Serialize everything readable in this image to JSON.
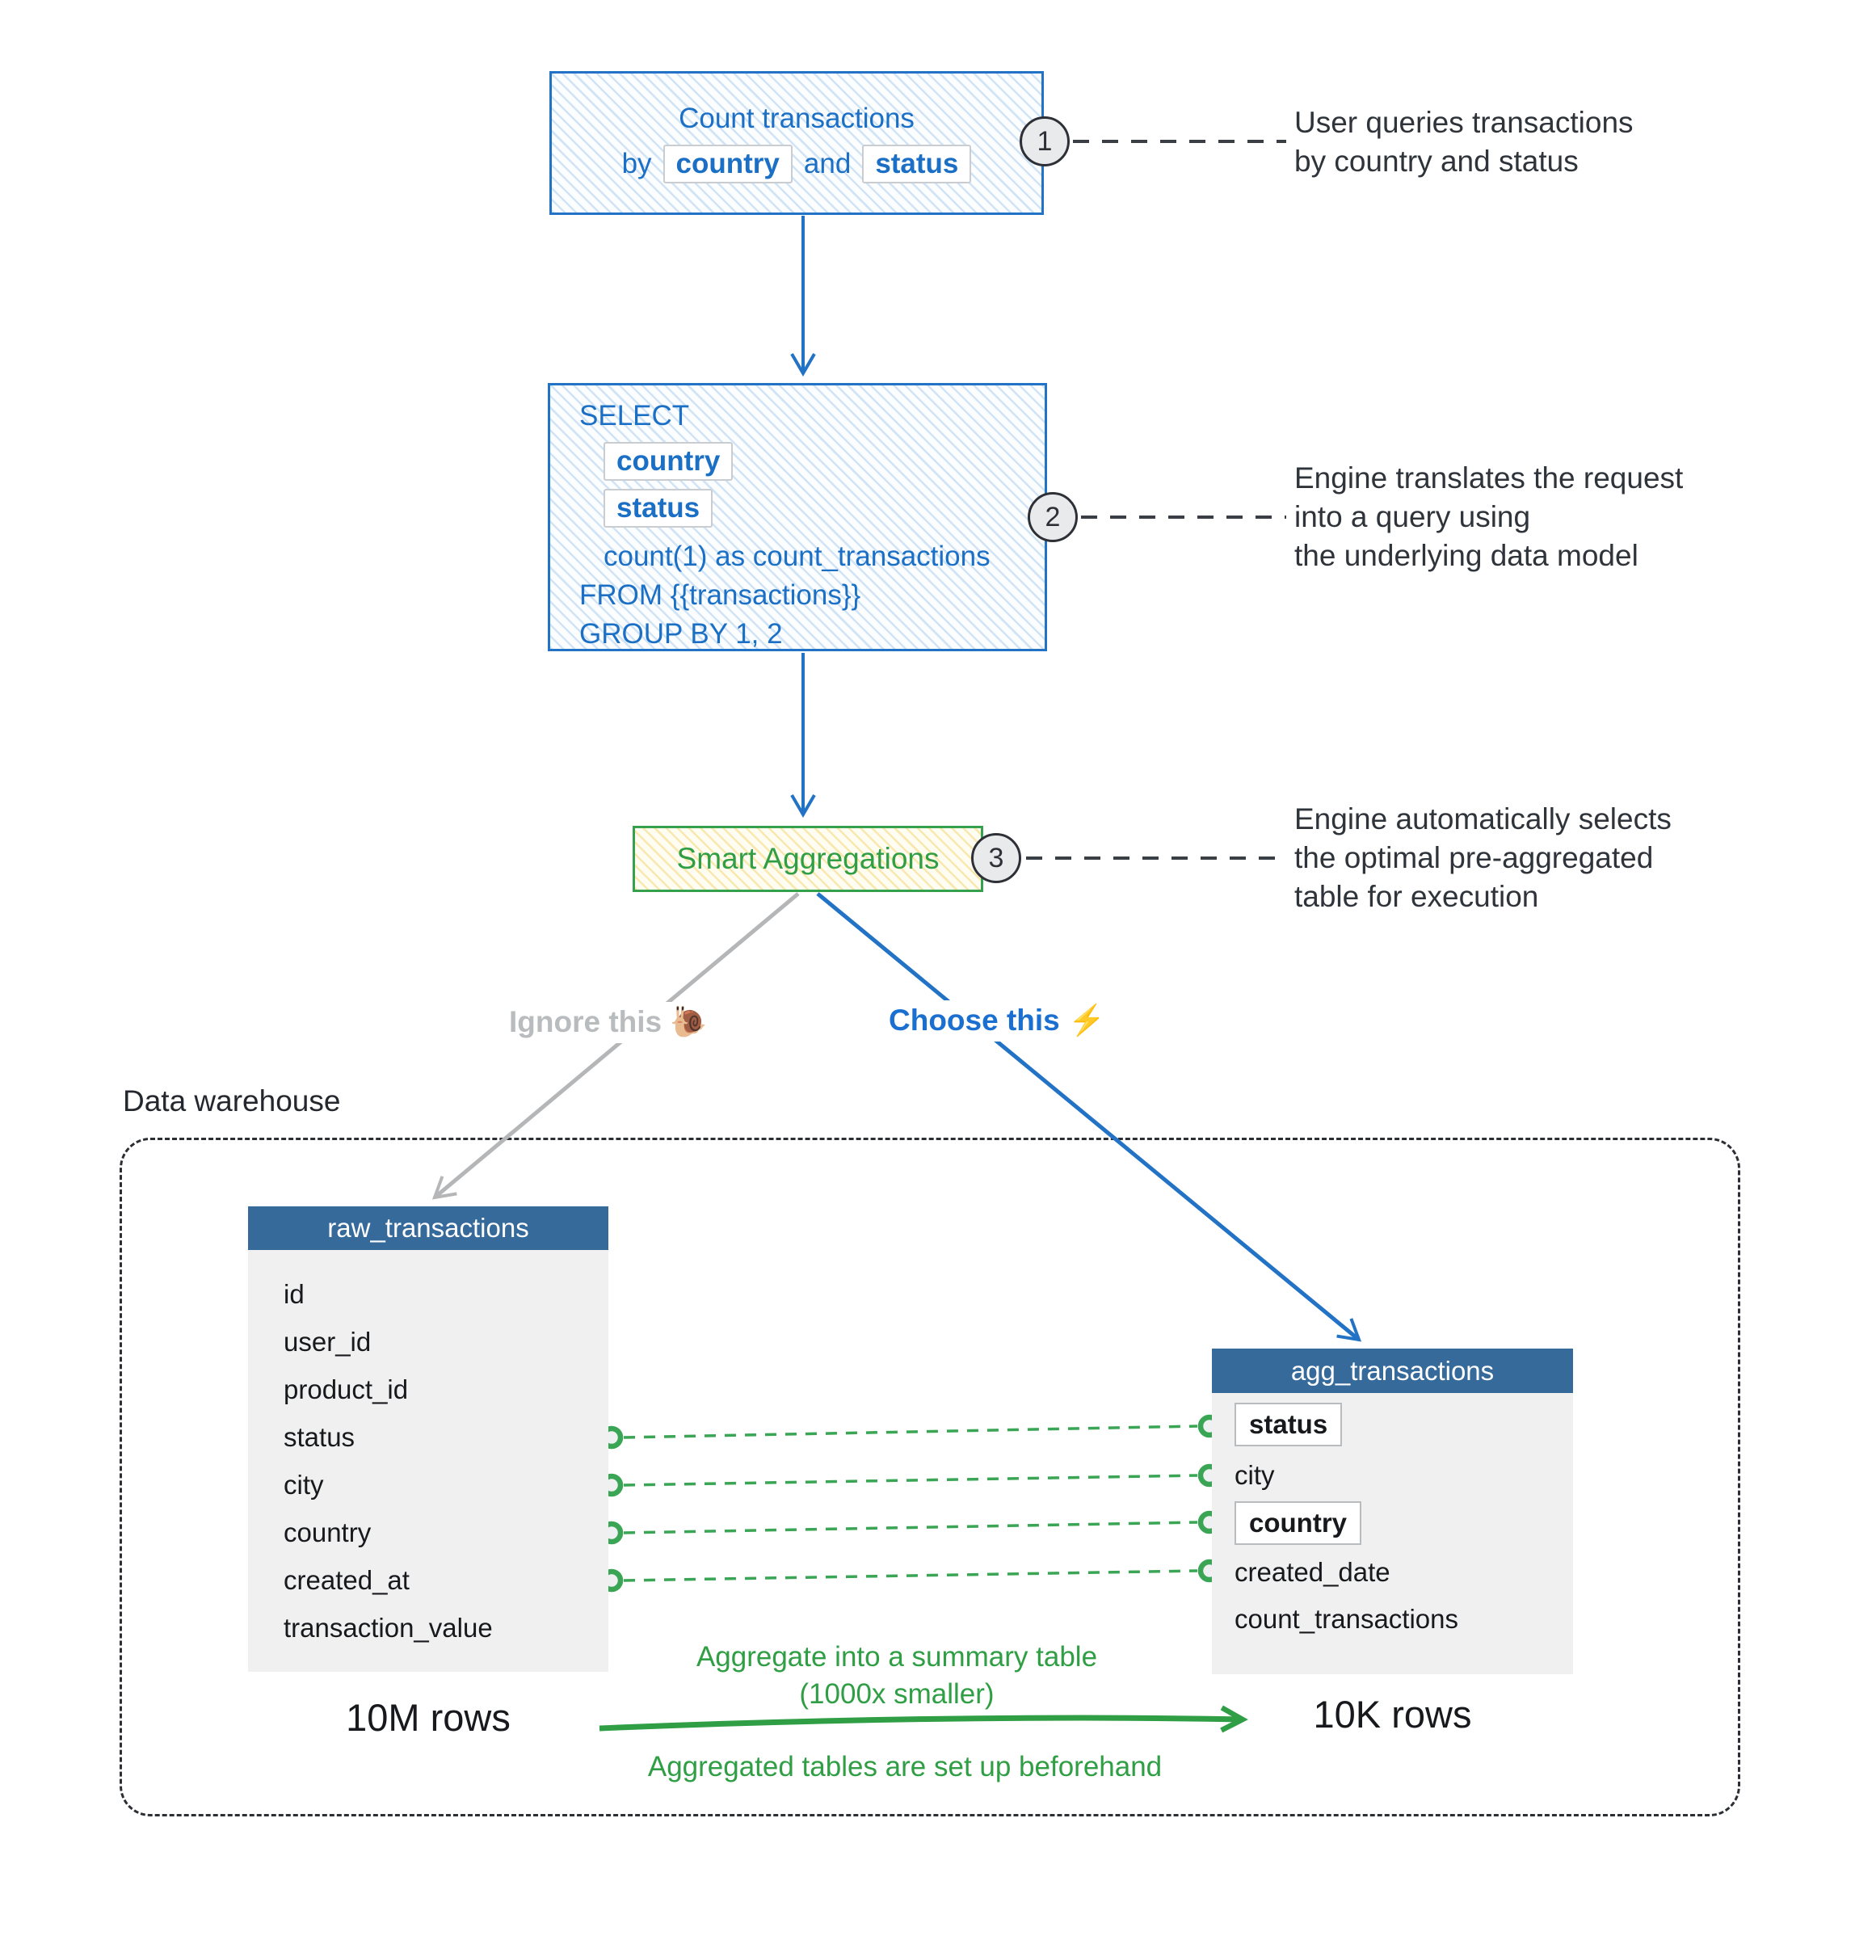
{
  "step1": {
    "title": "Count transactions",
    "by_word": "by",
    "and_word": "and",
    "chip_country": "country",
    "chip_status": "status",
    "badge": "1",
    "annotation_line1": "User queries transactions",
    "annotation_line2": "by country and status"
  },
  "step2": {
    "sql_select": "SELECT",
    "chip_country": "country",
    "chip_status": "status",
    "sql_count": "count(1) as count_transactions",
    "sql_from": "FROM {{transactions}}",
    "sql_group": "GROUP BY 1, 2",
    "badge": "2",
    "annotation_line1": "Engine translates the request",
    "annotation_line2": "into a query using",
    "annotation_line3": "the underlying data model"
  },
  "step3": {
    "label": "Smart Aggregations",
    "badge": "3",
    "annotation_line1": "Engine automatically selects",
    "annotation_line2": "the optimal pre-aggregated",
    "annotation_line3": "table for execution"
  },
  "branches": {
    "ignore_label": "Ignore this",
    "snail_icon": "🐌",
    "choose_label": "Choose this",
    "lightning_icon": "⚡"
  },
  "warehouse": {
    "label": "Data warehouse",
    "raw_table": {
      "title": "raw_transactions",
      "fields": [
        "id",
        "user_id",
        "product_id",
        "status",
        "city",
        "country",
        "created_at",
        "transaction_value"
      ],
      "rows_label": "10M rows"
    },
    "agg_table": {
      "title": "agg_transactions",
      "fields": [
        "status",
        "city",
        "country",
        "created_date",
        "count_transactions"
      ],
      "rows_label": "10K rows"
    },
    "aggregate_note_line1": "Aggregate into a summary table",
    "aggregate_note_line2": "(1000x smaller)",
    "setup_note": "Aggregated tables are set up beforehand"
  },
  "colors": {
    "accent_blue": "#2273c6",
    "accent_green": "#2f9e44",
    "header_blue": "#356a9b",
    "gray_line": "#b5b6b8",
    "dark_text": "#2f343b"
  }
}
